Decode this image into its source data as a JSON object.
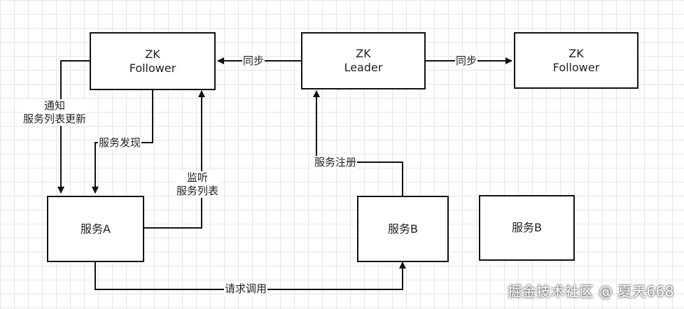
{
  "nodes": {
    "follower_left": {
      "line1": "ZK",
      "line2": "Follower"
    },
    "leader": {
      "line1": "ZK",
      "line2": "Leader"
    },
    "follower_right": {
      "line1": "ZK",
      "line2": "Follower"
    },
    "service_a": {
      "label": "服务A"
    },
    "service_b": {
      "label": "服务B"
    },
    "service_b2": {
      "label": "服务B"
    }
  },
  "edges": {
    "sync_left": "同步",
    "sync_right": "同步",
    "notify_line1": "通知",
    "notify_line2": "服务列表更新",
    "discover": "服务发现",
    "listen_line1": "监听",
    "listen_line2": "服务列表",
    "register": "服务注册",
    "invoke": "请求调用"
  },
  "watermark": "掘金技术社区 @ 夏天668",
  "colors": {
    "stroke": "#111111",
    "grid": "#e6e6e6",
    "box_fill": "#ffffff"
  }
}
